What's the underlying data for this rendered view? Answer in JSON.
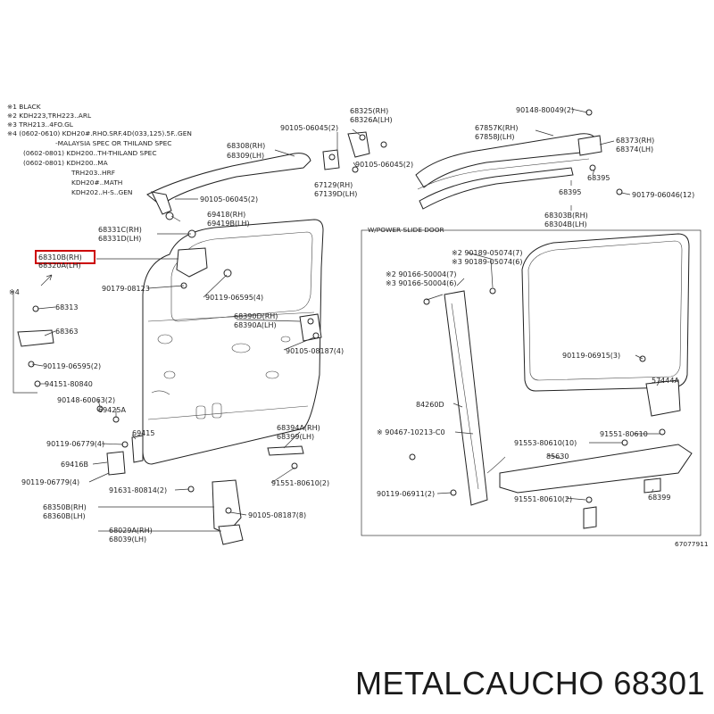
{
  "notes": [
    "※1 BLACK",
    "※2 KDH223,TRH223..ARL",
    "※3 TRH213..4FO.GL",
    "※4 (0602-0610) KDH20#.RHO.SRF.4D(033,125).5F..GEN",
    "-MALAYSIA SPEC OR THILAND SPEC",
    "(0602-0801) KDH200..TH-THILAND SPEC",
    "(0602-0801) KDH200..MA",
    "TRH203..HRF",
    "KDH20#..MATH",
    "KDH202..H-S..GEN"
  ],
  "inset_title": "W/POWER SLIDE DOOR",
  "figure_code": "67077911",
  "brand": "METALCAUCHO 68301",
  "highlight_label": "68310B(RH)",
  "labels": {
    "l68325": "68325(RH)",
    "l68326a": "68326A(LH)",
    "l90105a": "90105-06045(2)",
    "l68308": "68308(RH)",
    "l68309": "68309(LH)",
    "l90105b": "90105-06045(2)",
    "l67129": "67129(RH)",
    "l67139": "67139D(LH)",
    "l90105c": "90105-06045(2)",
    "l69418": "69418(RH)",
    "l69419": "69419B(LH)",
    "l68331c": "68331C(RH)",
    "l68331d": "68331D(LH)",
    "l68320": "68320A(LH)",
    "l90179a": "90179-08123",
    "l90119a": "90119-06595(4)",
    "l68313": "68313",
    "l68363": "68363",
    "l90119b": "90119-06595(2)",
    "l94151": "94151-80840",
    "l68390d": "68390D(RH)",
    "l68390a": "68390A(LH)",
    "l90105d": "90105-08187(4)",
    "l90148a": "90148-60063(2)",
    "l69425": "69425A",
    "l69415": "69415",
    "l90119c": "90119-06779(4)",
    "l69416": "69416B",
    "l90119d": "90119-06779(4)",
    "l91631": "91631-80814(2)",
    "l68350": "68350B(RH)",
    "l68360": "68360B(LH)",
    "l68029": "68029A(RH)",
    "l68039": "68039(LH)",
    "l68394": "68394A(RH)",
    "l68399a": "68399(LH)",
    "l91551a": "91551-80610(2)",
    "l90105e": "90105-08187(8)",
    "l90148b": "90148-80049(2)",
    "l67857": "67857K(RH)",
    "l67858": "67858J(LH)",
    "l68373": "68373(RH)",
    "l68374": "68374(LH)",
    "l68395a": "68395",
    "l68395b": "68395",
    "l90179b": "90179-06046(12)",
    "l68303": "68303B(RH)",
    "l68304": "68304B(LH)",
    "l90189a": "※2 90189-05074(7)",
    "l90189b": "※3 90189-05074(6)",
    "l90166a": "※2 90166-50004(7)",
    "l90166b": "※3 90166-50004(6)",
    "l90119e": "90119-06915(3)",
    "l57444": "57444A",
    "l84260": "84260D",
    "l90467": "※ 90467-10213-C0",
    "l91553": "91553-80610(10)",
    "l91551b": "91551-80610",
    "l85630": "85630",
    "l90119f": "90119-06911(2)",
    "l91551c": "91551-80610(2)",
    "l68399b": "68399",
    "l_star4": "※4"
  }
}
